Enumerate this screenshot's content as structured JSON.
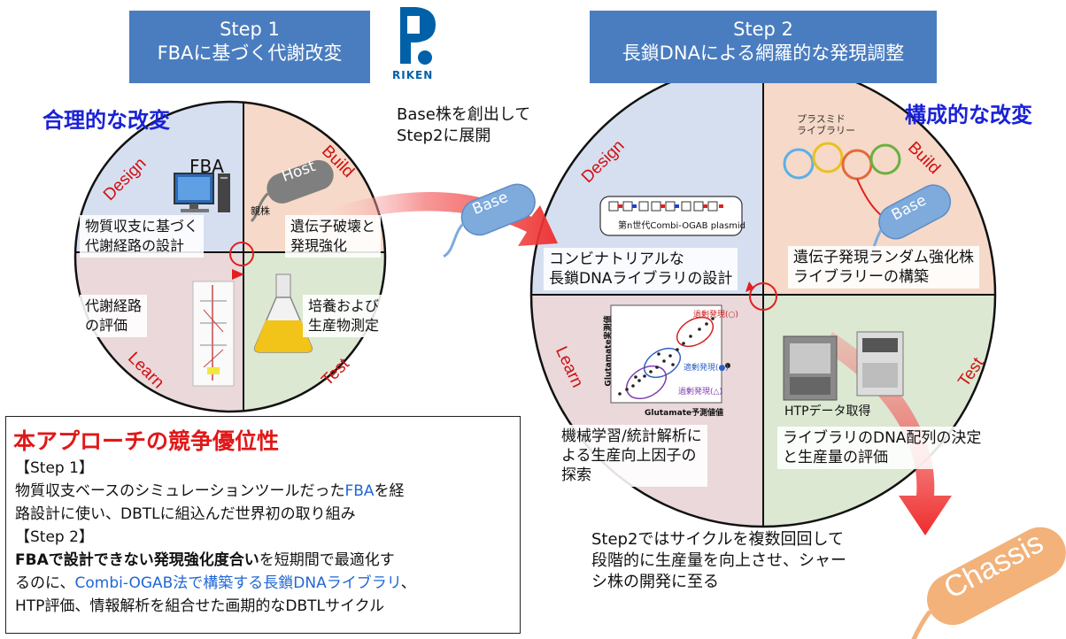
{
  "header": {
    "step1_title": "Step 1",
    "step1_subtitle": "FBAに基づく代謝改変",
    "step2_title": "Step 2",
    "step2_subtitle": "長鎖DNAによる網羅的な発現調整",
    "logo_text": "RIKEN"
  },
  "left": {
    "heading": "合理的な改変",
    "labels": {
      "design": "Design",
      "build": "Build",
      "test": "Test",
      "learn": "Learn"
    },
    "fba_label": "FBA",
    "host_label": "Host",
    "host_sub": "親株",
    "design_text": [
      "物質収支に基づく",
      "代謝経路の設計"
    ],
    "build_text": [
      "遺伝子破壊と",
      "発現強化"
    ],
    "learn_text": [
      "代謝経路",
      "の評価"
    ],
    "test_text": [
      "培養および",
      "生産物測定"
    ]
  },
  "middle": {
    "base_note": [
      "Base株を創出して",
      "Step2に展開"
    ],
    "base_label": "Base"
  },
  "right": {
    "heading": "構成的な改変",
    "labels": {
      "design": "Design",
      "build": "Build",
      "test": "Test",
      "learn": "Learn"
    },
    "plasmid_lib_label": [
      "プラスミド",
      "ライブラリー"
    ],
    "plasmid_caption": "第n世代Combi-OGAB plasmid",
    "design_text": [
      "コンビナトリアルな",
      "長鎖DNAライブラリの設計"
    ],
    "build_text": [
      "遺伝子発現ランダム強化株",
      "ライブラリーの構築"
    ],
    "learn_text": [
      "機械学習/統計解析に",
      "よる生産向上因子の",
      "探索"
    ],
    "test_text": [
      "ライブラリのDNA配列の決定",
      "と生産量の評価"
    ],
    "htp_label": "HTPデータ取得",
    "base_label": "Base",
    "plot": {
      "xlabel": "Glutamate予測値値",
      "ylabel": "Glutamate実測値",
      "annot_over": "過剰発現(○)",
      "annot_ok": "適剰発現(●)",
      "annot_under": "過剰発現(△)"
    },
    "cycle_note": [
      "Step2ではサイクルを複数回回して",
      "段階的に生産量を向上させ、シャー",
      "シ株の開発に至る"
    ],
    "chassis_label": "Chassis"
  },
  "advantage": {
    "title": "本アプローチの競争優位性",
    "step1_tag": "【Step 1】",
    "step1_line1_a": "物質収支ベースのシミュレーションツールだった",
    "step1_line1_b": "FBA",
    "step1_line1_c": "を経",
    "step1_line2": "路設計に使い、DBTLに組込んだ世界初の取り組み",
    "step2_tag": "【Step 2】",
    "step2_line1_a": "FBAで設計できない発現強化度合い",
    "step2_line1_b": "を短期間で最適化す",
    "step2_line2_a": "るのに、",
    "step2_line2_b": "Combi-OGAB法で構築する長鎖DNAライブラリ",
    "step2_line2_c": "、",
    "step2_line3": "HTP評価、情報解析を組合せた画期的なDBTLサイクル"
  }
}
